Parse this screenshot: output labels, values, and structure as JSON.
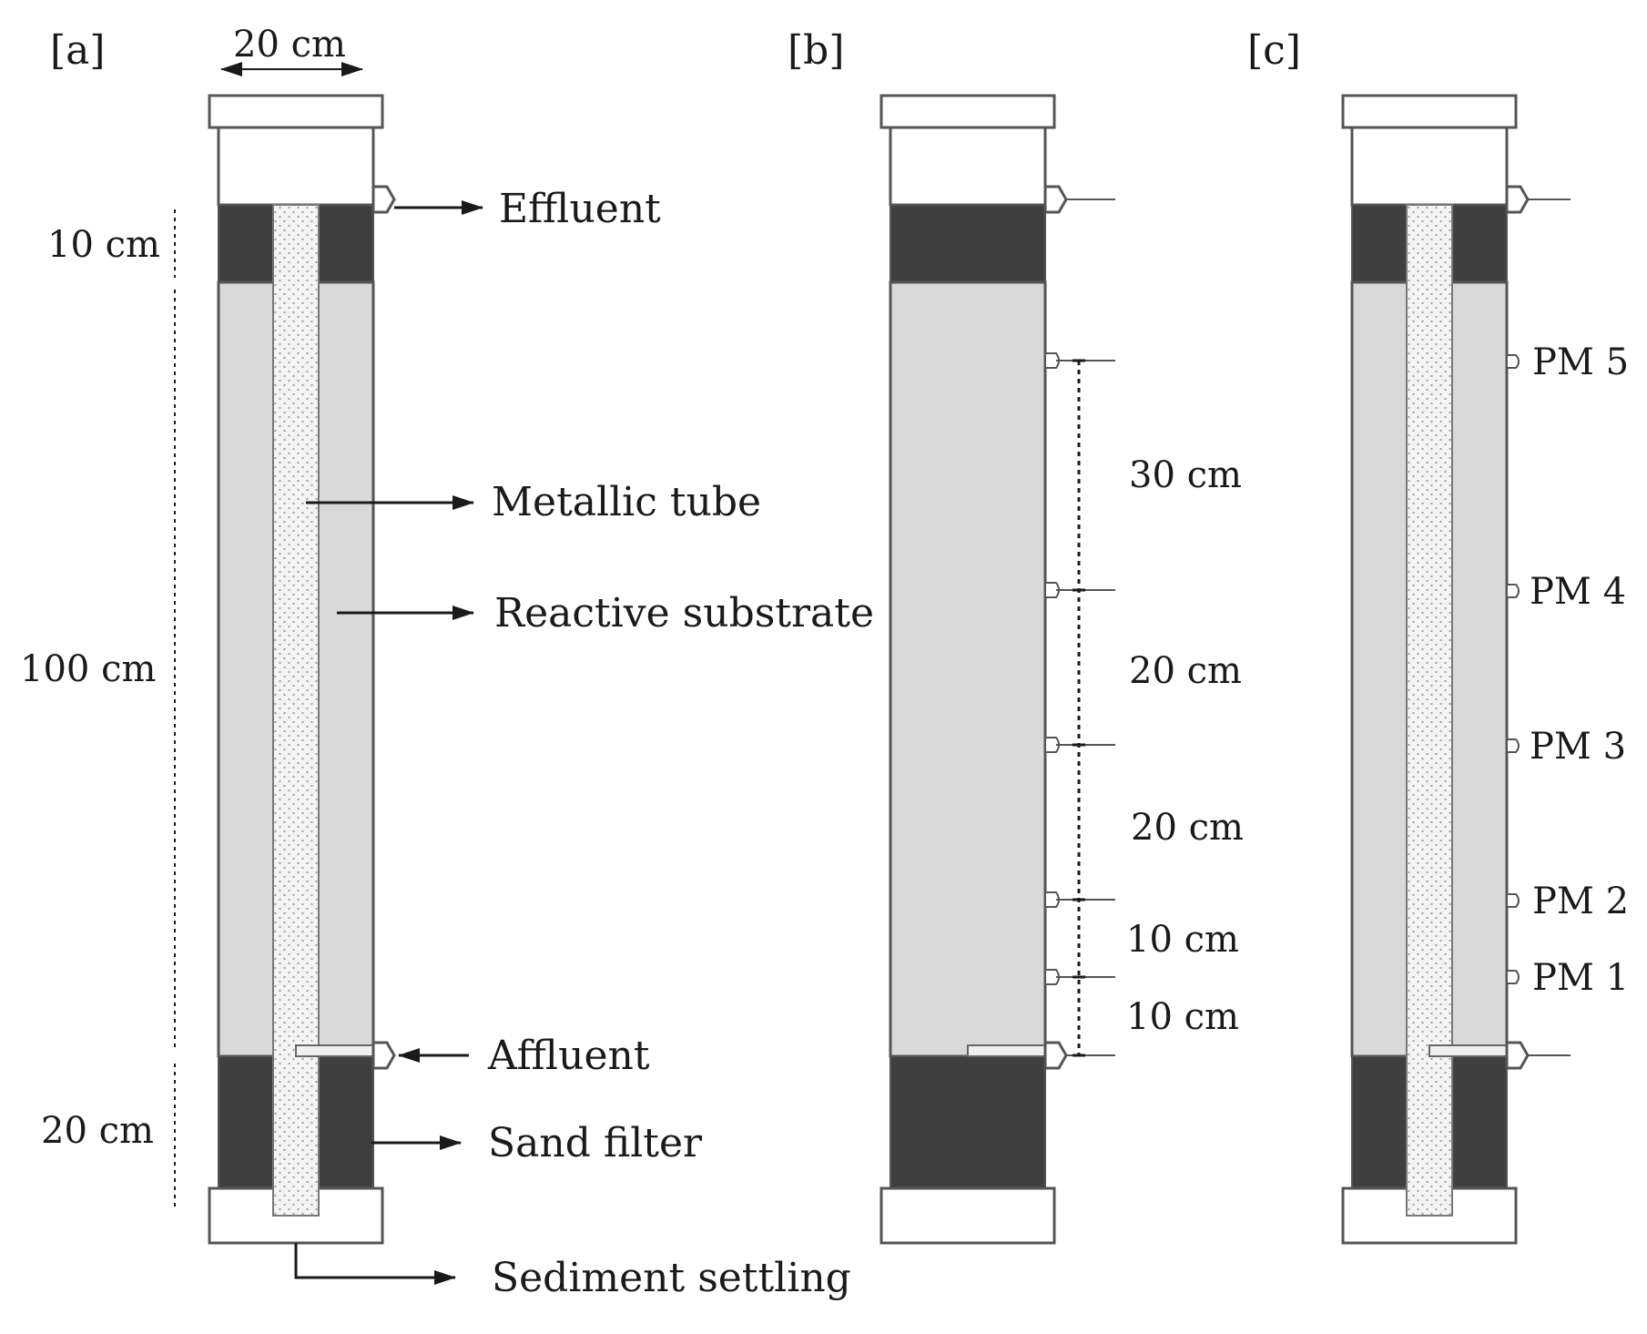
{
  "panels": {
    "a": "[a]",
    "b": "[b]",
    "c": "[c]"
  },
  "dimensions": {
    "width": "20 cm",
    "top_gravel": "10 cm",
    "substrate": "100 cm",
    "bottom_gravel": "20 cm"
  },
  "labels": {
    "effluent": "Effluent",
    "metallic_tube": "Metallic tube",
    "reactive_substrate": "Reactive substrate",
    "affluent": "Affluent",
    "sand_filter": "Sand filter",
    "sediment_settling": "Sediment settling"
  },
  "port_spacing": [
    "30 cm",
    "20 cm",
    "20 cm",
    "10 cm",
    "10 cm"
  ],
  "ports": [
    "PM 5",
    "PM 4",
    "PM 3",
    "PM 2",
    "PM 1"
  ],
  "colors": {
    "dark_layer": "#3f3f3f",
    "substrate": "#d9d9d9",
    "outline": "#555555",
    "tube": "#f4f4f4"
  }
}
